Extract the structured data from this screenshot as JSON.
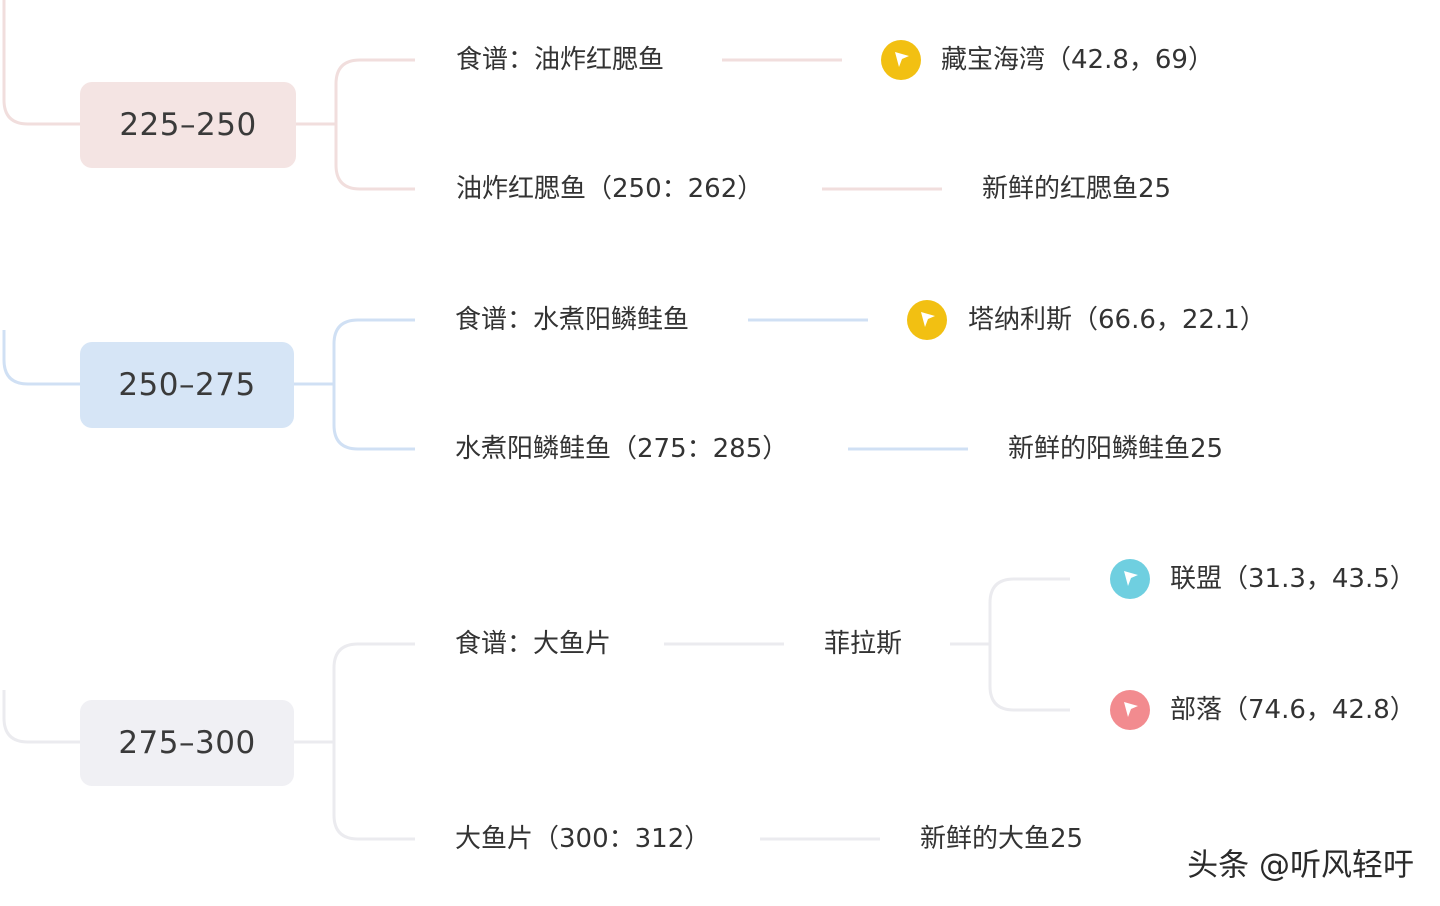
{
  "colors": {
    "group1": "#f4e4e3",
    "group1_line": "#f1dedd",
    "group2": "#d6e5f6",
    "group2_line": "#d0e0f4",
    "group3": "#f0f0f4",
    "group3_line": "#ebebef",
    "icon_yellow": "#f2c012",
    "icon_blue": "#6fcfe0",
    "icon_red": "#f28b8f"
  },
  "groups": [
    {
      "range": "225–250",
      "recipe": "食谱：油炸红腮鱼",
      "location": "藏宝海湾（42.8，69）",
      "location_icon": "flag-icon-yellow",
      "skill": "油炸红腮鱼（250：262）",
      "ingredient": "新鲜的红腮鱼25"
    },
    {
      "range": "250–275",
      "recipe": "食谱：水煮阳鳞鲑鱼",
      "location": "塔纳利斯（66.6，22.1）",
      "location_icon": "flag-icon-yellow",
      "skill": "水煮阳鳞鲑鱼（275：285）",
      "ingredient": "新鲜的阳鳞鲑鱼25"
    },
    {
      "range": "275–300",
      "recipe": "食谱：大鱼片",
      "vendor_place": "菲拉斯",
      "alliance": "联盟（31.3，43.5）",
      "alliance_icon": "flag-icon-blue",
      "horde": "部落（74.6，42.8）",
      "horde_icon": "flag-icon-red",
      "skill": "大鱼片（300：312）",
      "ingredient": "新鲜的大鱼25"
    }
  ],
  "watermark": "头条 @听风轻吁"
}
